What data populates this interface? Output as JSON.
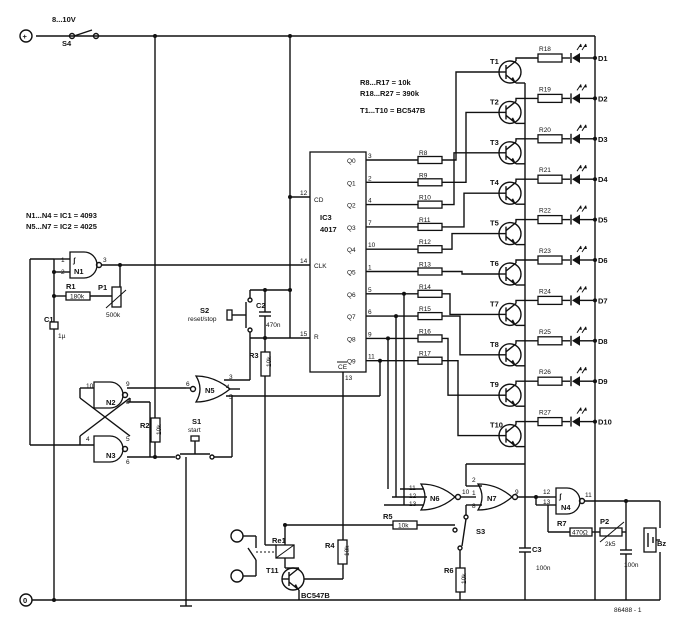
{
  "supply": {
    "plus_symbol": "+",
    "ground_symbol": "0",
    "voltage": "8...10V",
    "switch": "S4"
  },
  "notes": {
    "r_values_1": "R8...R17 = 10k",
    "r_values_2": "R18...R27 = 390k",
    "transistors": "T1...T10 = BC547B",
    "ic1": "N1...N4 = IC1 = 4093",
    "ic2": "N5...N7 = IC2 = 4025"
  },
  "ic3": {
    "name": "IC3",
    "part": "4017",
    "pin_cd": "CD",
    "pin_clk": "CLK",
    "pin_r": "R",
    "pin_ce": "CE",
    "pin_num_cd": "12",
    "pin_num_clk": "14",
    "pin_num_r": "15",
    "pin_num_ce": "13",
    "outputs": [
      {
        "label": "Q0",
        "pin": "3"
      },
      {
        "label": "Q1",
        "pin": "2"
      },
      {
        "label": "Q2",
        "pin": "4"
      },
      {
        "label": "Q3",
        "pin": "7"
      },
      {
        "label": "Q4",
        "pin": "10"
      },
      {
        "label": "Q5",
        "pin": "1"
      },
      {
        "label": "Q6",
        "pin": "5"
      },
      {
        "label": "Q7",
        "pin": "6"
      },
      {
        "label": "Q8",
        "pin": "9"
      },
      {
        "label": "Q9",
        "pin": "11"
      }
    ]
  },
  "base_resistors": [
    "R8",
    "R9",
    "R10",
    "R11",
    "R12",
    "R13",
    "R14",
    "R15",
    "R16",
    "R17"
  ],
  "transistors": [
    "T1",
    "T2",
    "T3",
    "T4",
    "T5",
    "T6",
    "T7",
    "T8",
    "T9",
    "T10"
  ],
  "led_resistors": [
    "R18",
    "R19",
    "R20",
    "R21",
    "R22",
    "R23",
    "R24",
    "R25",
    "R26",
    "R27"
  ],
  "leds": [
    "D1",
    "D2",
    "D3",
    "D4",
    "D5",
    "D6",
    "D7",
    "D8",
    "D9",
    "D10"
  ],
  "gates": {
    "n1": {
      "name": "N1",
      "pin1": "1",
      "pin2": "2",
      "pin3": "3"
    },
    "n2": {
      "name": "N2",
      "pin10": "10",
      "pin9": "9",
      "pin8": "8"
    },
    "n3": {
      "name": "N3",
      "pin4": "4",
      "pin5": "5",
      "pin6": "6"
    },
    "n5": {
      "name": "N5",
      "pin6": "6",
      "pin3": "3",
      "pin4": "4",
      "pin5": "5"
    },
    "n6": {
      "name": "N6",
      "pin11": "11",
      "pin12": "12",
      "pin13": "13",
      "pin10": "10"
    },
    "n7": {
      "name": "N7",
      "pin2": "2",
      "pin1": "1",
      "pin8": "8",
      "pin9": "9"
    },
    "n4": {
      "name": "N4",
      "pin12": "12",
      "pin13": "13",
      "pin11": "11"
    }
  },
  "components": {
    "r1": "R1",
    "r1_val": "180k",
    "p1": "P1",
    "p1_val": "500k",
    "c1": "C1",
    "c1_val": "1µ",
    "s2": "S2",
    "s2_text": "reset/stop",
    "c2": "C2",
    "c2_val": "470n",
    "r3": "R3",
    "r3_val": "10k",
    "r2": "R2",
    "r2_val": "10k",
    "s1": "S1",
    "s1_text": "start",
    "re1": "Re1",
    "t11": "T11",
    "t11_type": "BC547B",
    "r4": "R4",
    "r4_val": "10k",
    "r5": "R5",
    "r5_val": "10k",
    "r6": "R6",
    "r6_val": "10k",
    "s3": "S3",
    "c3": "C3",
    "c3_val": "100n",
    "r7": "R7",
    "r7_val": "470Ω",
    "p2": "P2",
    "p2_val": "2k5",
    "c4_val": "100n",
    "bz": "Bz"
  },
  "footer_code": "86488 - 1"
}
